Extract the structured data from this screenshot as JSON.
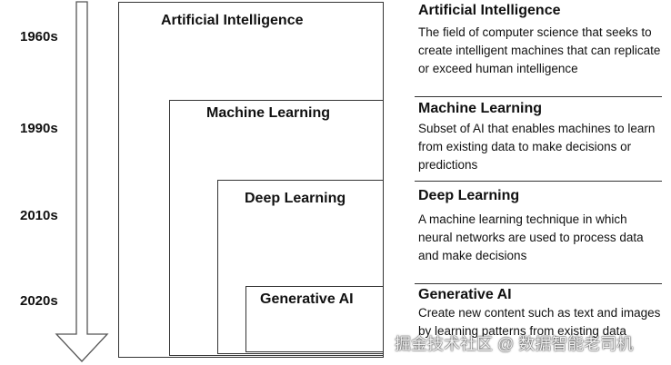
{
  "eras": [
    "1960s",
    "1990s",
    "2010s",
    "2020s"
  ],
  "boxes": [
    {
      "label": "Artificial Intelligence"
    },
    {
      "label": "Machine Learning"
    },
    {
      "label": "Deep Learning"
    },
    {
      "label": "Generative AI"
    }
  ],
  "descriptions": [
    {
      "title": "Artificial Intelligence",
      "body": "The field of computer science that seeks to create intelligent machines that can replicate or exceed human intelligence"
    },
    {
      "title": "Machine Learning",
      "body": "Subset of AI that enables machines to learn from existing data to make decisions or predictions"
    },
    {
      "title": "Deep Learning",
      "body": "A machine learning technique in which neural networks are used to process data and make decisions"
    },
    {
      "title": "Generative AI",
      "body": "Create new content such as text and images by learning patterns from existing data"
    }
  ],
  "watermark": "掘金技术社区 @ 数据智能老司机",
  "colors": {
    "line": "#333333",
    "text": "#111111",
    "background": "#ffffff"
  },
  "icons": {
    "timeline": "down-arrow-icon"
  }
}
